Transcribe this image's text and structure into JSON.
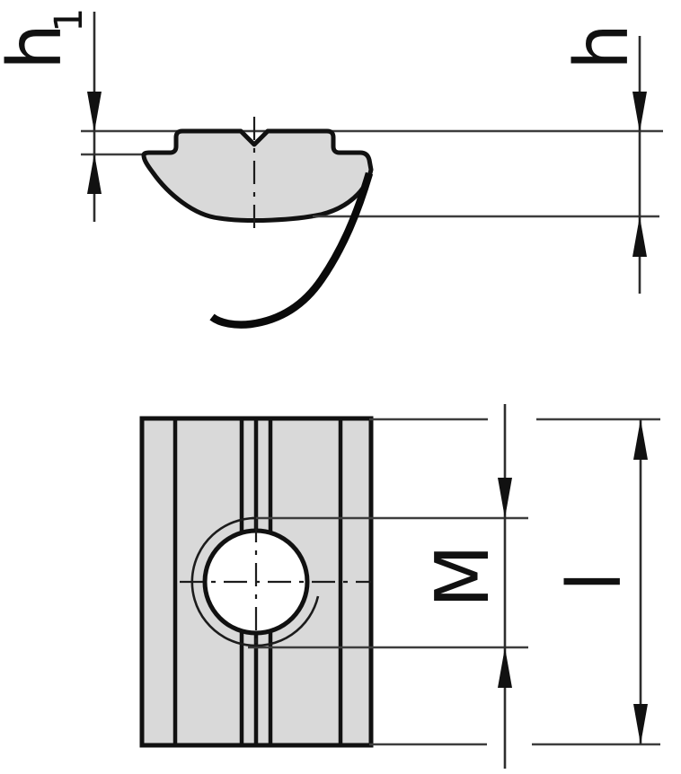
{
  "drawing": {
    "type": "technical-drawing",
    "subject": "T-slot sliding nut with spring leaf, section view and plan view",
    "labels": {
      "h1_base": "h",
      "h1_sub": "1",
      "height": "h",
      "thread": "M",
      "length": "l"
    },
    "colors": {
      "part_fill": "#d9d9d9",
      "hole_fill": "#ffffff",
      "outline": "#111111",
      "thin_line": "#3d3d3d",
      "background": "#ffffff"
    }
  }
}
